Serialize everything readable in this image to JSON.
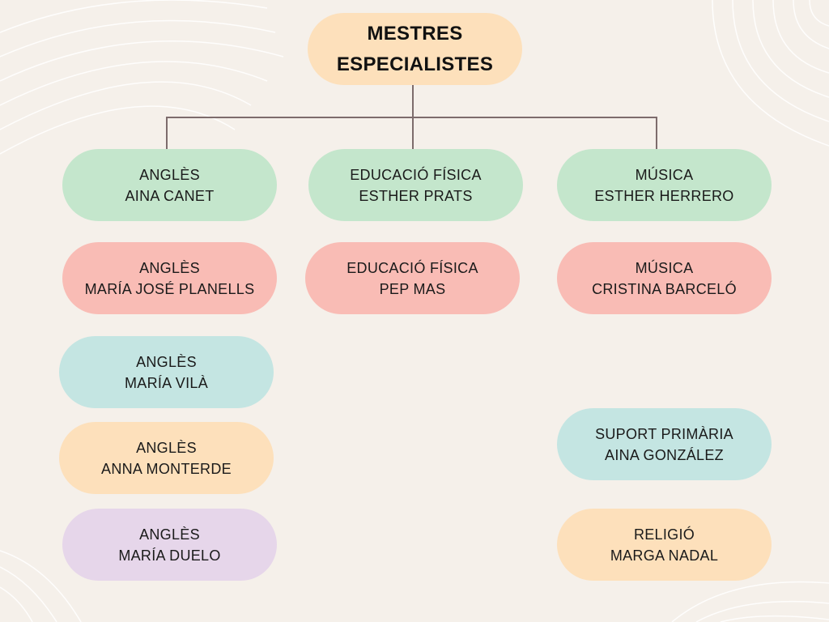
{
  "title": {
    "line1": "MESTRES",
    "line2": "ESPECIALISTES"
  },
  "nodes": [
    {
      "subject": "ANGLÈS",
      "name": "AINA CANET",
      "color": "#c4e6cc"
    },
    {
      "subject": "EDUCACIÓ FÍSICA",
      "name": "ESTHER PRATS",
      "color": "#c4e6cc"
    },
    {
      "subject": "MÚSICA",
      "name": "ESTHER HERRERO",
      "color": "#c4e6cc"
    },
    {
      "subject": "ANGLÈS",
      "name": "MARÍA JOSÉ PLANELLS",
      "color": "#f9bcb5"
    },
    {
      "subject": "EDUCACIÓ FÍSICA",
      "name": "PEP MAS",
      "color": "#f9bcb5"
    },
    {
      "subject": "MÚSICA",
      "name": "CRISTINA BARCELÓ",
      "color": "#f9bcb5"
    },
    {
      "subject": "ANGLÈS",
      "name": "MARÍA VILÀ",
      "color": "#c4e5e2"
    },
    {
      "subject": "ANGLÈS",
      "name": "ANNA MONTERDE",
      "color": "#fde0bb"
    },
    {
      "subject": "ANGLÈS",
      "name": "MARÍA DUELO",
      "color": "#e6d6ea"
    },
    {
      "subject": "SUPORT PRIMÀRIA",
      "name": "AINA GONZÁLEZ",
      "color": "#c4e5e2"
    },
    {
      "subject": "RELIGIÓ",
      "name": "MARGA NADAL",
      "color": "#fde0bb"
    }
  ]
}
